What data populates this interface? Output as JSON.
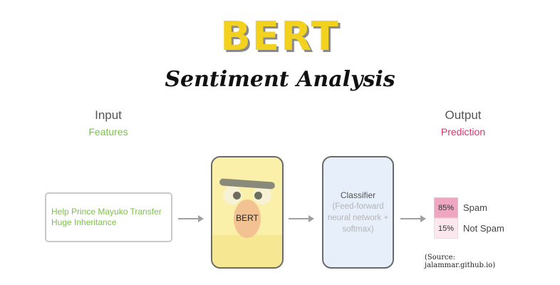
{
  "title": "BERT",
  "subtitle": "Sentiment Analysis",
  "input": {
    "title": "Input",
    "subtitle": "Features",
    "text": "Help Prince Mayuko Transfer Huge Inheritance"
  },
  "bert": {
    "label": "BERT"
  },
  "classifier": {
    "title": "Classifier",
    "description": "(Feed-forward neural network + softmax)"
  },
  "output": {
    "title": "Output",
    "subtitle": "Prediction",
    "rows": [
      {
        "pct": "85%",
        "label": "Spam"
      },
      {
        "pct": "15%",
        "label": "Not Spam"
      }
    ]
  },
  "source": "(Source: jalammar.github.io)",
  "colors": {
    "features": "#7dc14a",
    "prediction": "#e0336a",
    "title": "#f2d21f"
  }
}
